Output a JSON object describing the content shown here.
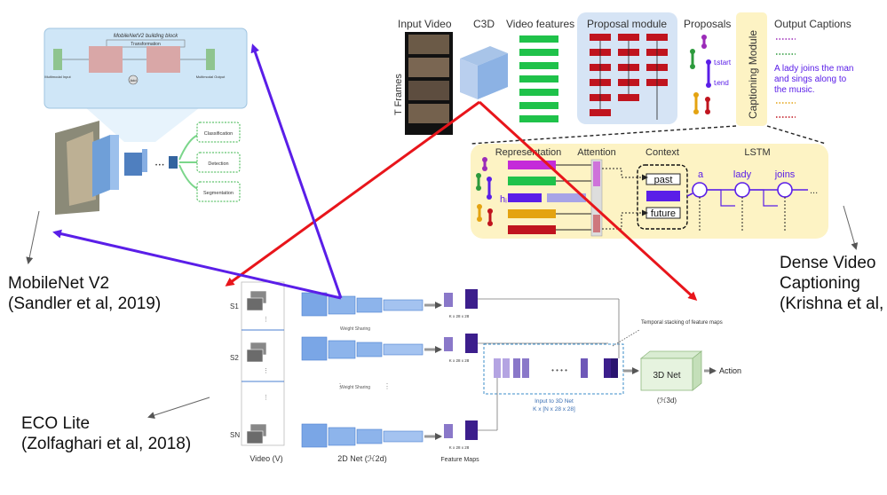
{
  "captions": {
    "mobilenet": [
      "MobileNet V2",
      "(Sandler et al, 2019)"
    ],
    "eco": [
      "ECO Lite",
      "(Zolfaghari et al, 2018)"
    ],
    "dense": [
      "Dense Video",
      "Captioning",
      "(Krishna et al,"
    ]
  },
  "mobilenet_figure": {
    "block_title": "MobileNetV2 building block",
    "transformation": "Transformation",
    "add": "Add",
    "input_label": "Multimodal Input",
    "output_label": "Multimodal Output",
    "heads": [
      "Classification",
      "Detection",
      "Segmentation"
    ]
  },
  "eco_figure": {
    "segments": [
      "S1",
      "S2",
      "SN"
    ],
    "weight_sharing": "Weight Sharing",
    "map_dims": "K x 28 x 28",
    "temporal_stacking": "Temporal stacking of feature maps",
    "input_3d_line1": "Input to 3D Net",
    "input_3d_line2": "K x [N x 28 x 28]",
    "net3d": "3D Net",
    "h3d": "(ℋ3d)",
    "action": "Action",
    "video": "Video (V)",
    "net2d": "2D Net (ℋ2d)",
    "feature_maps": "Feature Maps",
    "dots": "• • • •"
  },
  "dense_figure": {
    "input_video": "Input Video",
    "t_frames": "T Frames",
    "c3d": "C3D",
    "video_features": "Video features",
    "proposal_module": "Proposal module",
    "proposals": "Proposals",
    "output_captions": "Output Captions",
    "captioning_module": "Captioning Module",
    "t_start": "tᵢstart",
    "t_end": "tᵢend",
    "caption_text": [
      "A lady joins the man",
      "and sings along to",
      "the music."
    ],
    "representation": "Representation",
    "attention": "Attention",
    "context": "Context",
    "lstm": "LSTM",
    "past": "past",
    "future": "future",
    "hi": "hᵢ",
    "words": [
      "a",
      "lady",
      "joins",
      "..."
    ]
  },
  "colors": {
    "red_arrow": "#e8151b",
    "purple_arrow": "#5a1ee8",
    "proposal_bg": "#d6e4f5",
    "captioning_bg": "#fdf3c4",
    "feature_green": "#1fc24a",
    "proposal_red": "#c0141e",
    "eco_blue": "#7aa6e6",
    "mobilenet_bg": "#cfe6f7"
  }
}
